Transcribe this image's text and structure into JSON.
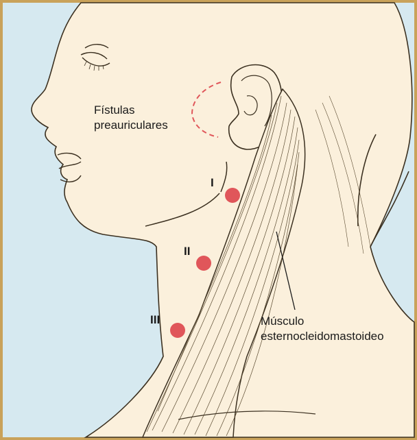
{
  "labels": {
    "fistulas_line1": "Fístulas",
    "fistulas_line2": "preauriculares",
    "muscle_line1": "Músculo",
    "muscle_line2": "esternocleidomastoideo"
  },
  "markers": [
    {
      "numeral": "I"
    },
    {
      "numeral": "II"
    },
    {
      "numeral": "III"
    }
  ],
  "colors": {
    "frame": "#c9a25a",
    "background": "#d6e9f0",
    "skin": "#fbf0dc",
    "outline": "#3b3020",
    "marker": "#e0565a",
    "dashed": "#e0565a"
  }
}
